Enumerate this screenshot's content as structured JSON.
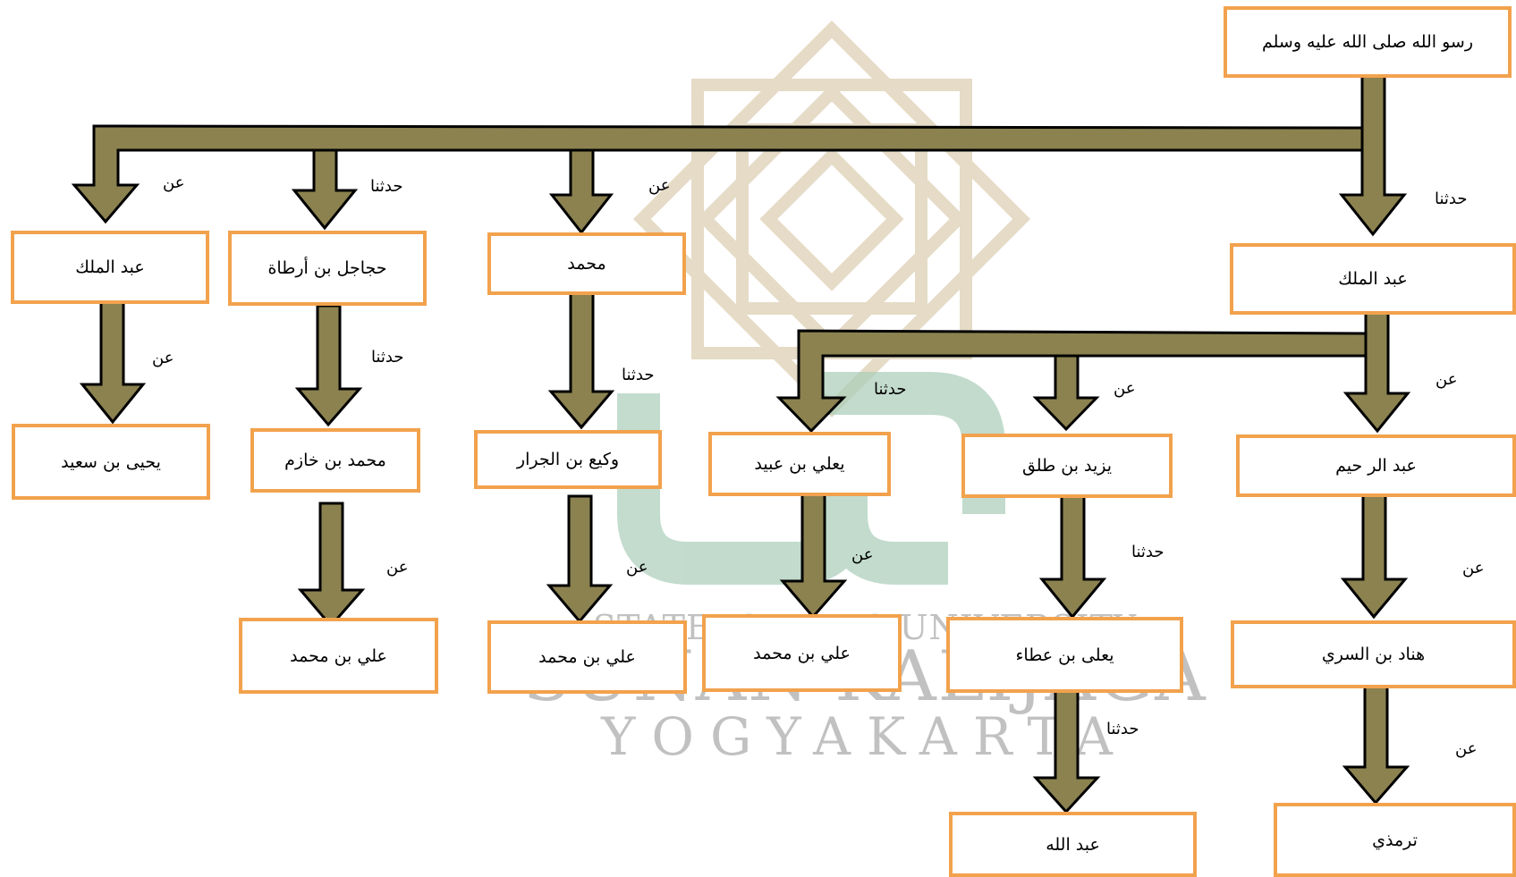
{
  "connector_words": {
    "an": "عن",
    "haddathana": "حدثنا"
  },
  "watermark": {
    "line1": "STATE ISLAMIC UNIVERSITY",
    "line2": "SUNAN KALIJAGA",
    "line3": "YOGYAKARTA"
  },
  "colors": {
    "arrow_fill": "#8b8250",
    "arrow_stroke": "#000000",
    "box_border": "#f2a24d"
  },
  "nodes": {
    "prophet": "رسو الله صلى الله عليه وسلم",
    "abd_malik_main": "عبد الملك",
    "abd_malik_left": "عبد الملك",
    "hajjaj": "حجاجل بن أرطاة",
    "muhammad": "محمد",
    "yahya": "يحيى بن سعيد",
    "muhammad_khazim": "محمد بن خازم",
    "waki": "وكيع بن الجرار",
    "yala_ubaid": "يعلي بن عبيد",
    "yazid_talq": "يزيد بن طلق",
    "abd_rahim": "عبد الر حيم",
    "ali_muhammad_1": "علي بن محمد",
    "ali_muhammad_2": "علي بن محمد",
    "ali_muhammad_3": "علي بن محمد",
    "yala_ata": "يعلى بن عطاء",
    "hannad": "هناد بن السري",
    "abdullah": "عبد الله",
    "tirmidhi": "ترمذي"
  },
  "labels": {
    "l_main": "حدثنا",
    "l_abdmalik_left": "عن",
    "l_hajjaj": "حدثنا",
    "l_muhammad": "عن",
    "l_yahya": "عن",
    "l_khazim": "حدثنا",
    "l_waki": "حدثنا",
    "l_abdrahim": "عن",
    "l_yazid": "عن",
    "l_yala_ubaid": "حدثنا",
    "l_ali1": "عن",
    "l_ali2": "عن",
    "l_ali3": "عن",
    "l_yala_ata": "حدثنا",
    "l_hannad": "عن",
    "l_abdullah": "حدثنا",
    "l_tirmidhi": "عن"
  }
}
